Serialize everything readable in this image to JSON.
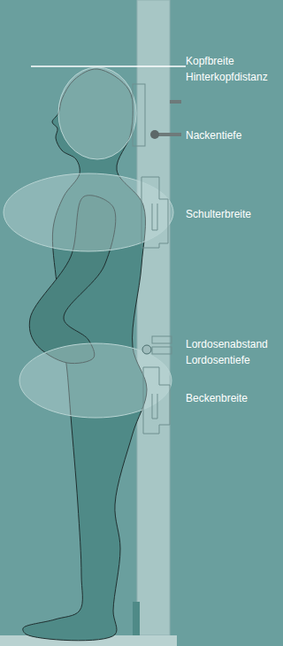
{
  "diagram": {
    "labels": [
      "Kopfbreite",
      "Hinterkopfdistanz",
      "Nackentiefe",
      "Schulterbreite",
      "Lordosenabstand",
      "Lordosentiefe",
      "Beckenbreite"
    ]
  }
}
